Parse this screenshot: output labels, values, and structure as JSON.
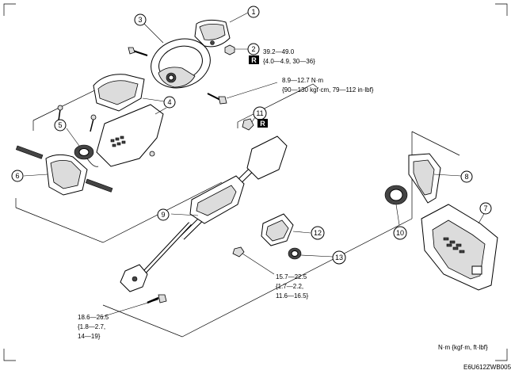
{
  "callouts": [
    {
      "id": "1",
      "label": "1"
    },
    {
      "id": "2",
      "label": "2"
    },
    {
      "id": "3",
      "label": "3"
    },
    {
      "id": "4",
      "label": "4"
    },
    {
      "id": "5",
      "label": "5"
    },
    {
      "id": "6",
      "label": "6"
    },
    {
      "id": "7",
      "label": "7"
    },
    {
      "id": "8",
      "label": "8"
    },
    {
      "id": "9",
      "label": "9"
    },
    {
      "id": "10",
      "label": "10"
    },
    {
      "id": "11",
      "label": "11"
    },
    {
      "id": "12",
      "label": "12"
    },
    {
      "id": "13",
      "label": "13"
    }
  ],
  "replace_mark": "R",
  "torque_specs": {
    "nut_2": {
      "line1": "39.2—49.0",
      "line2": "{4.0—4.9, 30—36}"
    },
    "bolt_3": {
      "line1": "8.9—12.7 N·m",
      "line2": "{90—130 kgf·cm, 79—112 in·lbf}"
    },
    "nut_9": {
      "line1": "15.7—22.5",
      "line2": "{1.7—2.2,",
      "line3": "11.6—16.5}"
    },
    "bolt_joint": {
      "line1": "18.6—26.5",
      "line2": "{1.8—2.7,",
      "line3": "14—19}"
    }
  },
  "units_note": "N·m {kgf·m, ft·lbf}",
  "figure_code": "E6U612ZWB005"
}
